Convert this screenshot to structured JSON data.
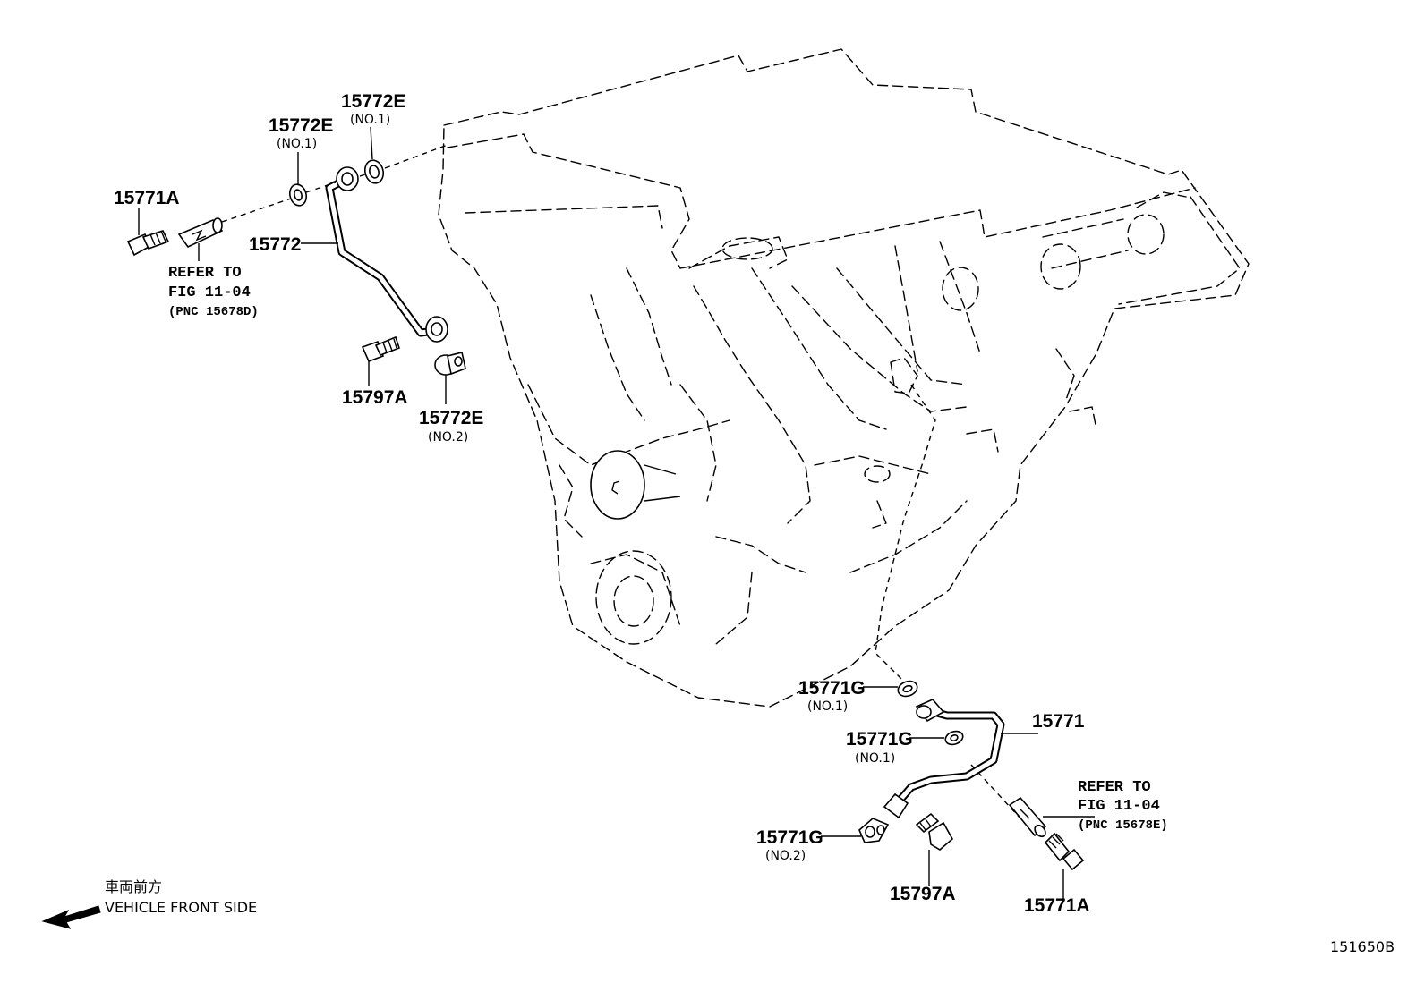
{
  "labels": {
    "p15771A_top": "15771A",
    "p15772E_a": "15772E",
    "p15772E_a_sub": "(NO.1)",
    "p15772E_b": "15772E",
    "p15772E_b_sub": "(NO.1)",
    "p15772": "15772",
    "p15797A_top": "15797A",
    "p15772E_c": "15772E",
    "p15772E_c_sub": "(NO.2)",
    "p15771G_a": "15771G",
    "p15771G_a_sub": "(NO.1)",
    "p15771": "15771",
    "p15771G_b": "15771G",
    "p15771G_b_sub": "(NO.1)",
    "p15771G_c": "15771G",
    "p15771G_c_sub": "(NO.2)",
    "p15797A_bottom": "15797A",
    "p15771A_bottom": "15771A"
  },
  "references": {
    "left": {
      "line1": "REFER TO",
      "line2": "FIG 11-04",
      "line3": "(PNC 15678D)"
    },
    "right": {
      "line1": "REFER TO",
      "line2": "FIG 11-04",
      "line3": "(PNC 15678E)"
    }
  },
  "direction": {
    "japanese": "車両前方",
    "english": "VEHICLE FRONT SIDE"
  },
  "diagram_code": "151650B"
}
